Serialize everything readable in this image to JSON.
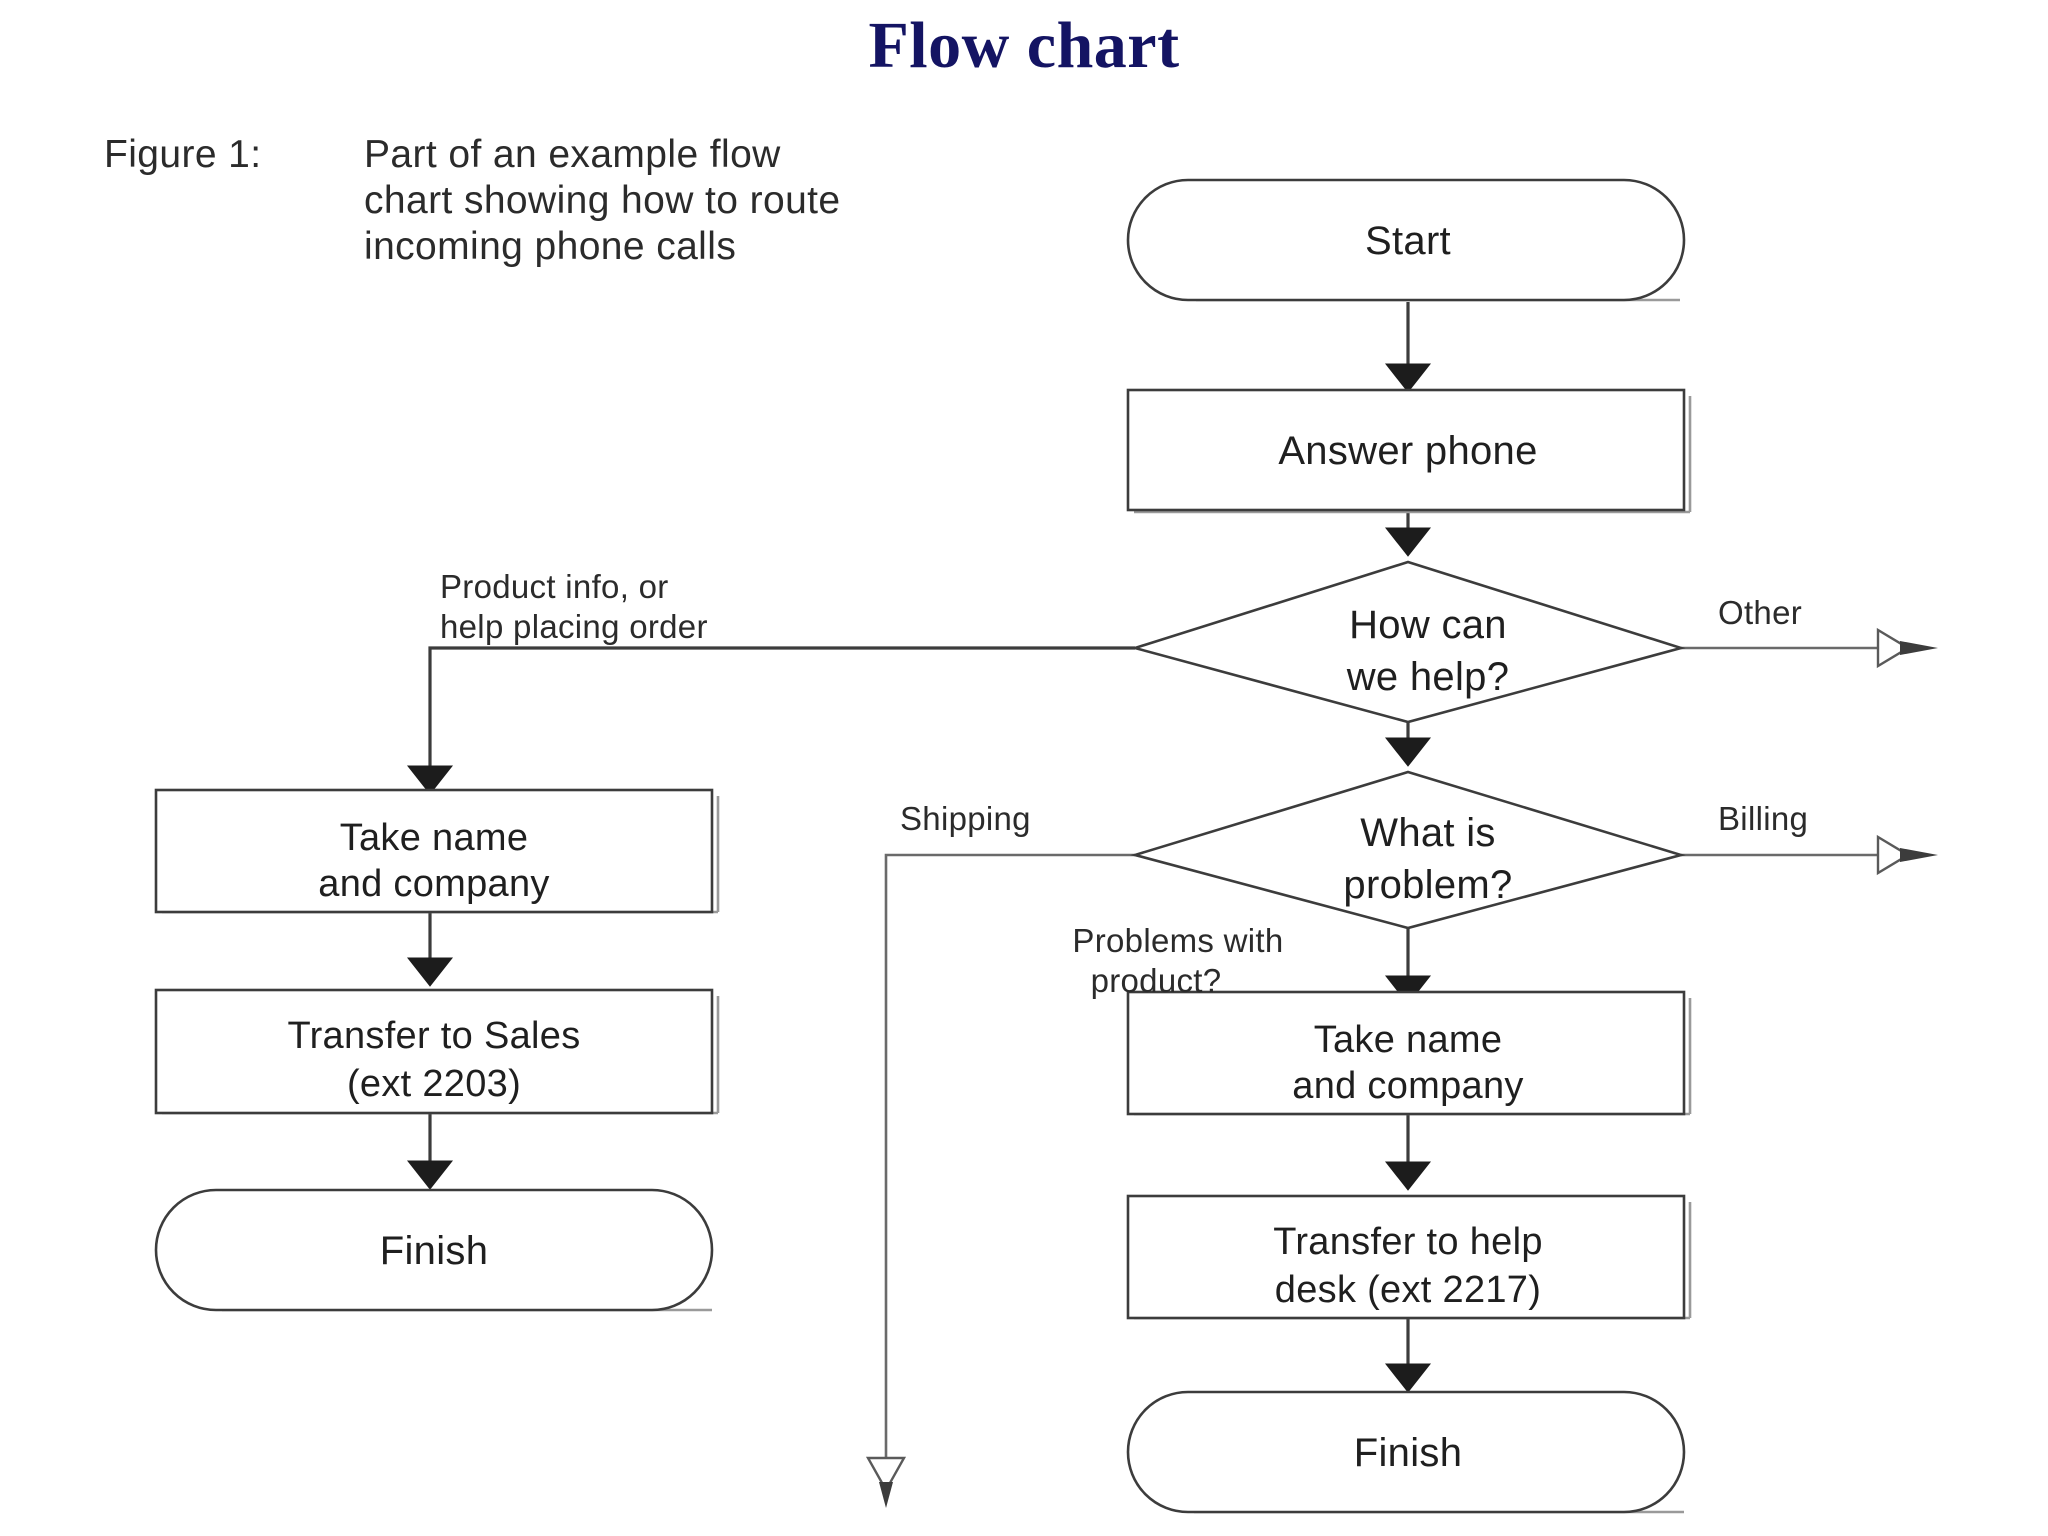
{
  "slide": {
    "title": "Flow chart",
    "title_color": "#141463",
    "background": "#ffffff"
  },
  "figure": {
    "label": "Figure 1:",
    "caption_lines": [
      "Part of an example flow",
      "chart showing how to route",
      "incoming phone calls"
    ],
    "caption_full": "Figure 1: Part of an example flow chart showing how to route incoming phone calls"
  },
  "chart_data": {
    "type": "diagram",
    "diagram_type": "flowchart",
    "title": "Flow chart",
    "orientation": "top-to-bottom",
    "stroke_color": "#3c3c3c",
    "fill_color": "#ffffff",
    "nodes": [
      {
        "id": "start",
        "shape": "stadium",
        "lines": [
          "Start"
        ]
      },
      {
        "id": "answer",
        "shape": "rectangle",
        "lines": [
          "Answer phone"
        ]
      },
      {
        "id": "how_help",
        "shape": "diamond",
        "lines": [
          "How can",
          "we help?"
        ]
      },
      {
        "id": "what_problem",
        "shape": "diamond",
        "lines": [
          "What is",
          "problem?"
        ]
      },
      {
        "id": "take_name_l",
        "shape": "rectangle",
        "lines": [
          "Take name",
          "and company"
        ]
      },
      {
        "id": "transfer_sales",
        "shape": "rectangle",
        "lines": [
          "Transfer to Sales",
          "(ext 2203)"
        ]
      },
      {
        "id": "finish_l",
        "shape": "stadium",
        "lines": [
          "Finish"
        ]
      },
      {
        "id": "take_name_r",
        "shape": "rectangle",
        "lines": [
          "Take name",
          "and company"
        ]
      },
      {
        "id": "transfer_help",
        "shape": "rectangle",
        "lines": [
          "Transfer to help",
          "desk (ext 2217)"
        ]
      },
      {
        "id": "finish_r",
        "shape": "stadium",
        "lines": [
          "Finish"
        ]
      }
    ],
    "edges": [
      {
        "from": "start",
        "to": "answer",
        "label": "",
        "arrow": "solid"
      },
      {
        "from": "answer",
        "to": "how_help",
        "label": "",
        "arrow": "solid"
      },
      {
        "from": "how_help",
        "to": "take_name_l",
        "label": "Product info, or help placing order",
        "arrow": "solid"
      },
      {
        "from": "how_help",
        "to": "offpage_other",
        "label": "Other",
        "arrow": "hollow"
      },
      {
        "from": "how_help",
        "to": "what_problem",
        "label": "",
        "arrow": "solid"
      },
      {
        "from": "what_problem",
        "to": "offpage_shipping",
        "label": "Shipping",
        "arrow": "hollow"
      },
      {
        "from": "what_problem",
        "to": "offpage_billing",
        "label": "Billing",
        "arrow": "hollow"
      },
      {
        "from": "what_problem",
        "to": "take_name_r",
        "label": "Problems with product?",
        "arrow": "solid"
      },
      {
        "from": "take_name_l",
        "to": "transfer_sales",
        "label": "",
        "arrow": "solid"
      },
      {
        "from": "transfer_sales",
        "to": "finish_l",
        "label": "",
        "arrow": "solid"
      },
      {
        "from": "take_name_r",
        "to": "transfer_help",
        "label": "",
        "arrow": "solid"
      },
      {
        "from": "transfer_help",
        "to": "finish_r",
        "label": "",
        "arrow": "solid"
      }
    ],
    "edge_labels": {
      "product_info_l1": "Product info, or",
      "product_info_l2": "help placing order",
      "other": "Other",
      "shipping": "Shipping",
      "billing": "Billing",
      "problems_l1": "Problems with",
      "problems_l2": "product?"
    },
    "node_text": {
      "start": "Start",
      "answer_phone": "Answer phone",
      "how_help_l1": "How can",
      "how_help_l2": "we help?",
      "what_problem_l1": "What is",
      "what_problem_l2": "problem?",
      "take_name_left_l1": "Take name",
      "take_name_left_l2": "and company",
      "transfer_sales_l1": "Transfer to Sales",
      "transfer_sales_l2": "(ext 2203)",
      "finish_left": "Finish",
      "take_name_right_l1": "Take name",
      "take_name_right_l2": "and company",
      "transfer_help_l1": "Transfer to help",
      "transfer_help_l2": "desk (ext 2217)",
      "finish_right": "Finish"
    }
  }
}
